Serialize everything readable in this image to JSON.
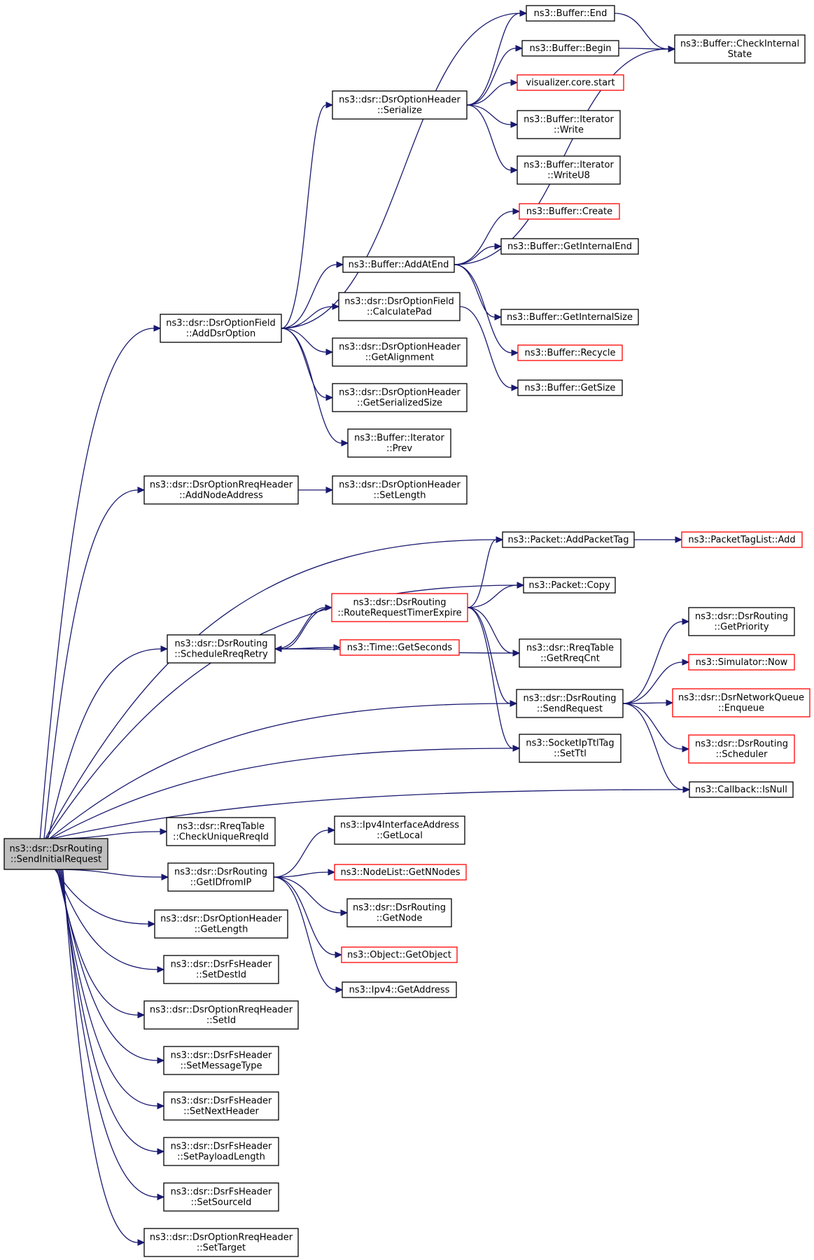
{
  "colors": {
    "edge": "#191970",
    "border": "#000000",
    "truncated_border": "#ff0000",
    "root_fill": "#bfbfbf"
  },
  "nodes": [
    {
      "id": "SendInitialRequest",
      "lines": [
        "ns3::dsr::DsrRouting",
        "::SendInitialRequest"
      ],
      "root": true
    },
    {
      "id": "AddDsrOption",
      "lines": [
        "ns3::dsr::DsrOptionField",
        "::AddDsrOption"
      ]
    },
    {
      "id": "Serialize",
      "lines": [
        "ns3::dsr::DsrOptionHeader",
        "::Serialize"
      ]
    },
    {
      "id": "BufEnd",
      "lines": [
        "ns3::Buffer::End"
      ]
    },
    {
      "id": "BufBegin",
      "lines": [
        "ns3::Buffer::Begin"
      ]
    },
    {
      "id": "CheckInternalState",
      "lines": [
        "ns3::Buffer::CheckInternal",
        "State"
      ]
    },
    {
      "id": "VisStart",
      "lines": [
        "visualizer.core.start"
      ],
      "red": true
    },
    {
      "id": "IterWrite",
      "lines": [
        "ns3::Buffer::Iterator",
        "::Write"
      ]
    },
    {
      "id": "IterWriteU8",
      "lines": [
        "ns3::Buffer::Iterator",
        "::WriteU8"
      ]
    },
    {
      "id": "BufCreate",
      "lines": [
        "ns3::Buffer::Create"
      ],
      "red": true
    },
    {
      "id": "AddAtEnd",
      "lines": [
        "ns3::Buffer::AddAtEnd"
      ]
    },
    {
      "id": "GetInternalEnd",
      "lines": [
        "ns3::Buffer::GetInternalEnd"
      ]
    },
    {
      "id": "CalculatePad",
      "lines": [
        "ns3::dsr::DsrOptionField",
        "::CalculatePad"
      ]
    },
    {
      "id": "GetInternalSize",
      "lines": [
        "ns3::Buffer::GetInternalSize"
      ]
    },
    {
      "id": "BufRecycle",
      "lines": [
        "ns3::Buffer::Recycle"
      ],
      "red": true
    },
    {
      "id": "GetAlignment",
      "lines": [
        "ns3::dsr::DsrOptionHeader",
        "::GetAlignment"
      ]
    },
    {
      "id": "BufGetSize",
      "lines": [
        "ns3::Buffer::GetSize"
      ]
    },
    {
      "id": "GetSerializedSize",
      "lines": [
        "ns3::dsr::DsrOptionHeader",
        "::GetSerializedSize"
      ]
    },
    {
      "id": "IterPrev",
      "lines": [
        "ns3::Buffer::Iterator",
        "::Prev"
      ]
    },
    {
      "id": "AddNodeAddress",
      "lines": [
        "ns3::dsr::DsrOptionRreqHeader",
        "::AddNodeAddress"
      ]
    },
    {
      "id": "SetLength",
      "lines": [
        "ns3::dsr::DsrOptionHeader",
        "::SetLength"
      ]
    },
    {
      "id": "AddPacketTag",
      "lines": [
        "ns3::Packet::AddPacketTag"
      ]
    },
    {
      "id": "PacketTagListAdd",
      "lines": [
        "ns3::PacketTagList::Add"
      ],
      "red": true
    },
    {
      "id": "PacketCopy",
      "lines": [
        "ns3::Packet::Copy"
      ]
    },
    {
      "id": "RouteRequestTimerExpire",
      "lines": [
        "ns3::dsr::DsrRouting",
        "::RouteRequestTimerExpire"
      ],
      "red": true
    },
    {
      "id": "ScheduleRreqRetry",
      "lines": [
        "ns3::dsr::DsrRouting",
        "::ScheduleRreqRetry"
      ]
    },
    {
      "id": "GetSeconds",
      "lines": [
        "ns3::Time::GetSeconds"
      ],
      "red": true
    },
    {
      "id": "GetReqCnt",
      "lines": [
        "ns3::dsr::RreqTable",
        "::GetRreqCnt"
      ]
    },
    {
      "id": "GetPriority",
      "lines": [
        "ns3::dsr::DsrRouting",
        "::GetPriority"
      ]
    },
    {
      "id": "SimNow",
      "lines": [
        "ns3::Simulator::Now"
      ],
      "red": true
    },
    {
      "id": "SendRequest",
      "lines": [
        "ns3::dsr::DsrRouting",
        "::SendRequest"
      ]
    },
    {
      "id": "Enqueue",
      "lines": [
        "ns3::dsr::DsrNetworkQueue",
        "::Enqueue"
      ],
      "red": true
    },
    {
      "id": "SetTtl",
      "lines": [
        "ns3::SocketIpTtlTag",
        "::SetTtl"
      ]
    },
    {
      "id": "Scheduler",
      "lines": [
        "ns3::dsr::DsrRouting",
        "::Scheduler"
      ],
      "red": true
    },
    {
      "id": "IsNull",
      "lines": [
        "ns3::Callback::IsNull"
      ]
    },
    {
      "id": "CheckUniqueRreqId",
      "lines": [
        "ns3::dsr::RreqTable",
        "::CheckUniqueRreqId"
      ]
    },
    {
      "id": "GetLocal",
      "lines": [
        "ns3::Ipv4InterfaceAddress",
        "::GetLocal"
      ]
    },
    {
      "id": "GetIDfromIP",
      "lines": [
        "ns3::dsr::DsrRouting",
        "::GetIDfromIP"
      ]
    },
    {
      "id": "GetNNodes",
      "lines": [
        "ns3::NodeList::GetNNodes"
      ],
      "red": true
    },
    {
      "id": "GetNode",
      "lines": [
        "ns3::dsr::DsrRouting",
        "::GetNode"
      ]
    },
    {
      "id": "GetLength",
      "lines": [
        "ns3::dsr::DsrOptionHeader",
        "::GetLength"
      ]
    },
    {
      "id": "GetObject",
      "lines": [
        "ns3::Object::GetObject"
      ],
      "red": true
    },
    {
      "id": "SetDestId",
      "lines": [
        "ns3::dsr::DsrFsHeader",
        "::SetDestId"
      ]
    },
    {
      "id": "GetAddress",
      "lines": [
        "ns3::Ipv4::GetAddress"
      ]
    },
    {
      "id": "SetId",
      "lines": [
        "ns3::dsr::DsrOptionRreqHeader",
        "::SetId"
      ]
    },
    {
      "id": "SetMessageType",
      "lines": [
        "ns3::dsr::DsrFsHeader",
        "::SetMessageType"
      ]
    },
    {
      "id": "SetNextHeader",
      "lines": [
        "ns3::dsr::DsrFsHeader",
        "::SetNextHeader"
      ]
    },
    {
      "id": "SetPayloadLength",
      "lines": [
        "ns3::dsr::DsrFsHeader",
        "::SetPayloadLength"
      ]
    },
    {
      "id": "SetSourceId",
      "lines": [
        "ns3::dsr::DsrFsHeader",
        "::SetSourceId"
      ]
    },
    {
      "id": "SetTarget",
      "lines": [
        "ns3::dsr::DsrOptionRreqHeader",
        "::SetTarget"
      ]
    }
  ],
  "edges": [
    [
      "SendInitialRequest",
      "AddDsrOption"
    ],
    [
      "SendInitialRequest",
      "AddNodeAddress"
    ],
    [
      "SendInitialRequest",
      "AddPacketTag"
    ],
    [
      "SendInitialRequest",
      "PacketCopy"
    ],
    [
      "SendInitialRequest",
      "ScheduleRreqRetry"
    ],
    [
      "SendInitialRequest",
      "SendRequest"
    ],
    [
      "SendInitialRequest",
      "SetTtl"
    ],
    [
      "SendInitialRequest",
      "IsNull"
    ],
    [
      "SendInitialRequest",
      "CheckUniqueRreqId"
    ],
    [
      "SendInitialRequest",
      "GetIDfromIP"
    ],
    [
      "SendInitialRequest",
      "GetLength"
    ],
    [
      "SendInitialRequest",
      "SetDestId"
    ],
    [
      "SendInitialRequest",
      "SetId"
    ],
    [
      "SendInitialRequest",
      "SetMessageType"
    ],
    [
      "SendInitialRequest",
      "SetNextHeader"
    ],
    [
      "SendInitialRequest",
      "SetPayloadLength"
    ],
    [
      "SendInitialRequest",
      "SetSourceId"
    ],
    [
      "SendInitialRequest",
      "SetTarget"
    ],
    [
      "AddDsrOption",
      "BufEnd"
    ],
    [
      "AddDsrOption",
      "Serialize"
    ],
    [
      "AddDsrOption",
      "AddAtEnd"
    ],
    [
      "AddDsrOption",
      "CalculatePad"
    ],
    [
      "AddDsrOption",
      "GetAlignment"
    ],
    [
      "AddDsrOption",
      "GetSerializedSize"
    ],
    [
      "AddDsrOption",
      "IterPrev"
    ],
    [
      "Serialize",
      "BufEnd"
    ],
    [
      "Serialize",
      "BufBegin"
    ],
    [
      "Serialize",
      "VisStart"
    ],
    [
      "Serialize",
      "IterWrite"
    ],
    [
      "Serialize",
      "IterWriteU8"
    ],
    [
      "BufEnd",
      "CheckInternalState"
    ],
    [
      "BufBegin",
      "CheckInternalState"
    ],
    [
      "AddAtEnd",
      "BufCreate"
    ],
    [
      "AddAtEnd",
      "GetInternalEnd"
    ],
    [
      "AddAtEnd",
      "CheckInternalState"
    ],
    [
      "AddAtEnd",
      "GetInternalSize"
    ],
    [
      "AddAtEnd",
      "BufRecycle"
    ],
    [
      "CalculatePad",
      "BufGetSize"
    ],
    [
      "AddNodeAddress",
      "SetLength"
    ],
    [
      "AddPacketTag",
      "PacketTagListAdd"
    ],
    [
      "RouteRequestTimerExpire",
      "AddPacketTag"
    ],
    [
      "RouteRequestTimerExpire",
      "PacketCopy"
    ],
    [
      "RouteRequestTimerExpire",
      "ScheduleRreqRetry"
    ],
    [
      "RouteRequestTimerExpire",
      "GetReqCnt"
    ],
    [
      "RouteRequestTimerExpire",
      "SendRequest"
    ],
    [
      "RouteRequestTimerExpire",
      "SetTtl"
    ],
    [
      "ScheduleRreqRetry",
      "RouteRequestTimerExpire"
    ],
    [
      "ScheduleRreqRetry",
      "GetSeconds"
    ],
    [
      "ScheduleRreqRetry",
      "GetReqCnt"
    ],
    [
      "SendRequest",
      "GetPriority"
    ],
    [
      "SendRequest",
      "SimNow"
    ],
    [
      "SendRequest",
      "Enqueue"
    ],
    [
      "SendRequest",
      "Scheduler"
    ],
    [
      "SendRequest",
      "IsNull"
    ],
    [
      "GetIDfromIP",
      "GetLocal"
    ],
    [
      "GetIDfromIP",
      "GetNNodes"
    ],
    [
      "GetIDfromIP",
      "GetNode"
    ],
    [
      "GetIDfromIP",
      "GetObject"
    ],
    [
      "GetIDfromIP",
      "GetAddress"
    ]
  ]
}
